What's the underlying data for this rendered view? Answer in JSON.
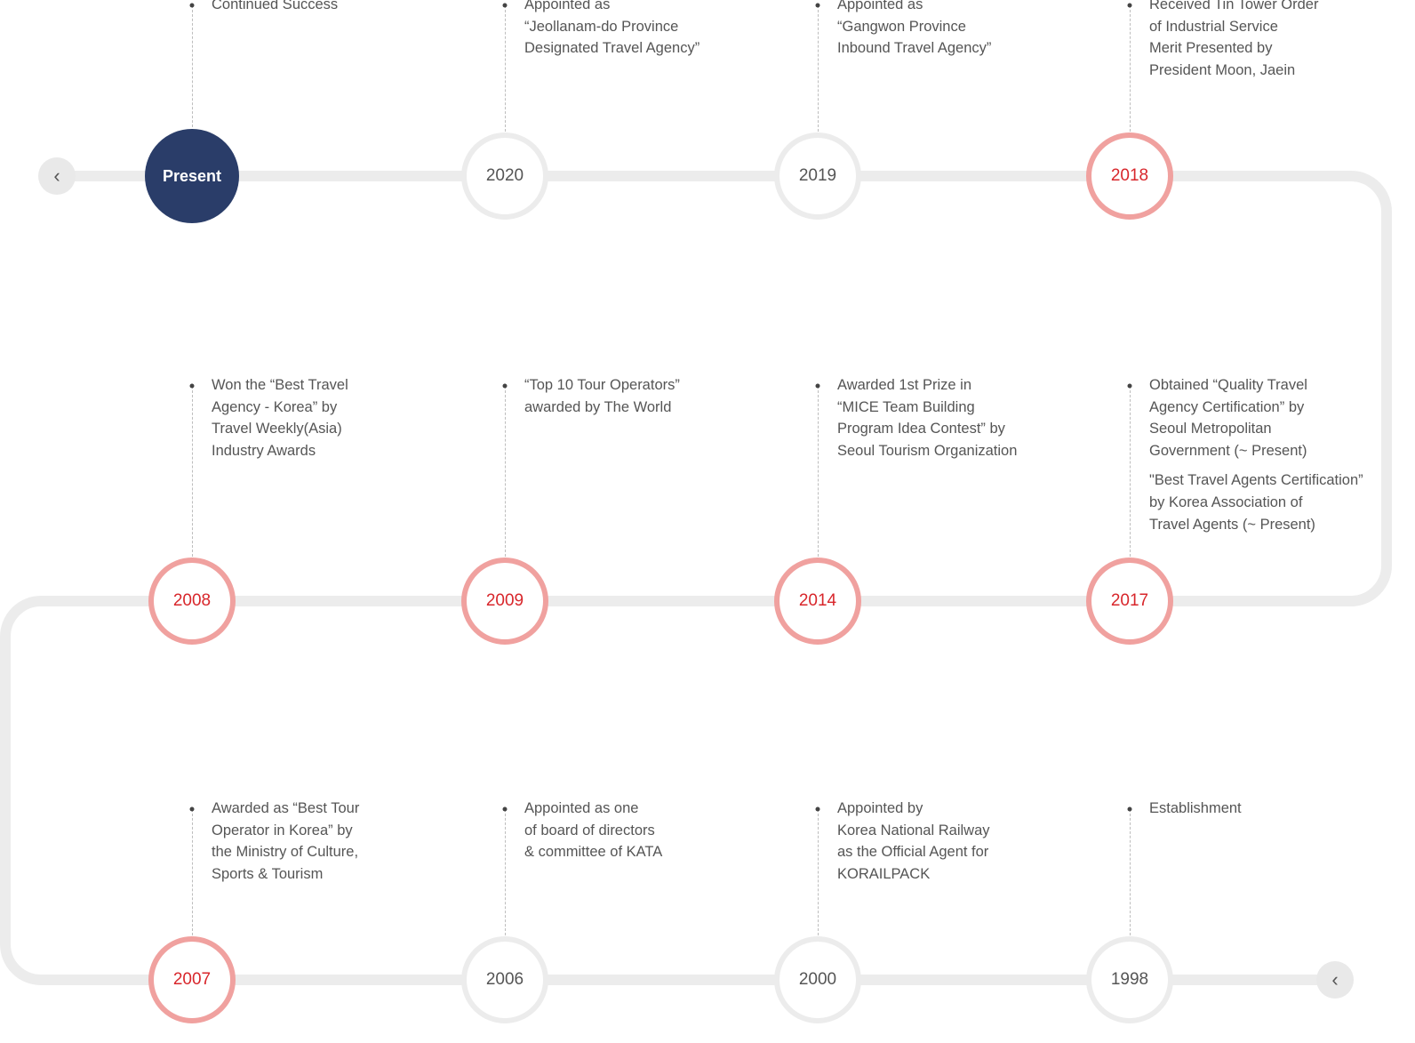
{
  "nav": {
    "prev_top_icon": "‹",
    "prev_bottom_icon": "‹"
  },
  "colors": {
    "track": "#ececec",
    "accent_red": "#d8262b",
    "ring_red": "#f0a19f",
    "present_bg": "#2a3d69"
  },
  "timeline": {
    "row1": [
      {
        "label": "Present",
        "style": "present",
        "text": [
          "Continued Success"
        ]
      },
      {
        "label": "2020",
        "style": "grey",
        "text": [
          "Appointed as",
          "“Jeollanam-do Province",
          "Designated Travel Agency”"
        ]
      },
      {
        "label": "2019",
        "style": "grey",
        "text": [
          "Appointed as",
          "“Gangwon Province",
          "Inbound Travel Agency”"
        ]
      },
      {
        "label": "2018",
        "style": "red",
        "text": [
          "Received Tin Tower Order",
          "of Industrial Service",
          "Merit Presented by",
          "President Moon, Jaein"
        ]
      }
    ],
    "row2": [
      {
        "label": "2008",
        "style": "red",
        "text": [
          "Won the “Best Travel",
          "Agency - Korea” by",
          "Travel Weekly(Asia)",
          "Industry Awards"
        ]
      },
      {
        "label": "2009",
        "style": "red",
        "text": [
          "“Top 10 Tour Operators”",
          "awarded by The World"
        ]
      },
      {
        "label": "2014",
        "style": "red",
        "text": [
          "Awarded 1st Prize in",
          "“MICE Team Building",
          "Program Idea Contest” by",
          "Seoul Tourism Organization"
        ]
      },
      {
        "label": "2017",
        "style": "red",
        "text": [
          "Obtained “Quality Travel",
          "Agency Certification” by",
          "Seoul Metropolitan",
          "Government (~ Present)"
        ],
        "text2": [
          "\"Best Travel Agents Certification”",
          "by Korea Association of",
          "Travel Agents (~ Present)"
        ]
      }
    ],
    "row3": [
      {
        "label": "2007",
        "style": "red",
        "text": [
          "Awarded as “Best Tour",
          "Operator in Korea” by",
          "the Ministry of Culture,",
          "Sports & Tourism"
        ]
      },
      {
        "label": "2006",
        "style": "grey",
        "text": [
          "Appointed as one",
          "of board of directors",
          "& committee of KATA"
        ]
      },
      {
        "label": "2000",
        "style": "grey",
        "text": [
          "Appointed by",
          "Korea National Railway",
          "as the Official Agent for",
          "KORAILPACK"
        ]
      },
      {
        "label": "1998",
        "style": "grey",
        "text": [
          "Establishment"
        ]
      }
    ]
  }
}
